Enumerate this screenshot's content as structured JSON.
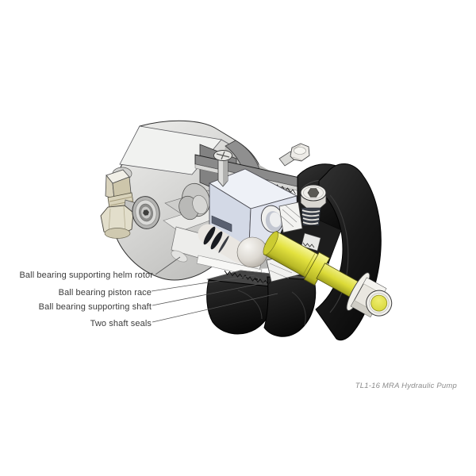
{
  "figure": {
    "type": "technical-cutaway-diagram",
    "subject": "hydraulic pump cross-section",
    "caption": "TL1-16 MRA Hydraulic Pump",
    "callouts": [
      {
        "label": "Ball bearing supporting helm rotor"
      },
      {
        "label": "Ball bearing piston race"
      },
      {
        "label": "Ball bearing supporting shaft"
      },
      {
        "label": "Two shaft seals"
      }
    ]
  },
  "palette": {
    "background": "#ffffff",
    "housing_gray": "#d8d8d6",
    "housing_cut_gray": "#8f8f8f",
    "housing_black": "#161616",
    "internal_block_blue": "#dce0ec",
    "shaft_yellow": "#e3e23f",
    "brass_fitting": "#ddd8c2",
    "label_color": "#3b3b3b",
    "leader_color": "#555555",
    "caption_color": "#8c8c8c"
  }
}
